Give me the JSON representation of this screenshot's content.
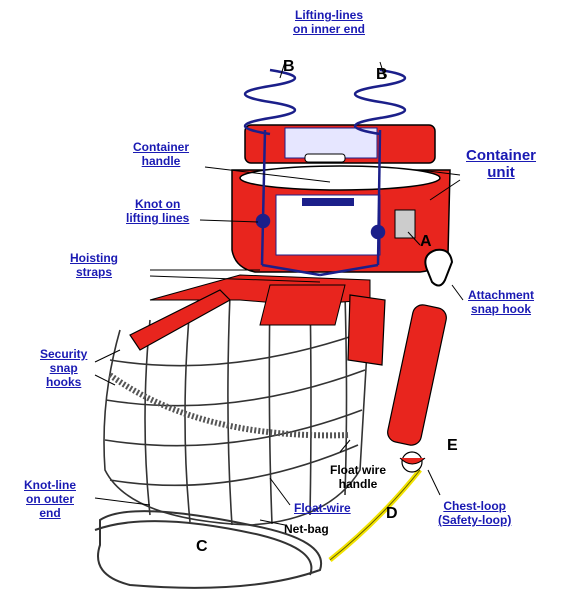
{
  "colors": {
    "link": "#1a1ab3",
    "red": "#e8251e",
    "navy": "#1b1f8a",
    "yellow": "#f2e300",
    "white": "#ffffff",
    "black": "#000000"
  },
  "labels": {
    "lifting_lines": [
      "Lifting-lines",
      "on inner end"
    ],
    "container_handle": [
      "Container",
      "handle"
    ],
    "container_unit": [
      "Container",
      "unit"
    ],
    "knot_lifting": [
      "Knot on",
      "lifting lines"
    ],
    "hoisting_straps": [
      "Hoisting",
      "straps"
    ],
    "attachment_snap_hook": [
      "Attachment",
      "snap hook"
    ],
    "security_snap_hooks": [
      "Security",
      "snap",
      "hooks"
    ],
    "float_wire_handle": [
      "Float wire",
      "handle"
    ],
    "knot_line_outer": [
      "Knot-line",
      "on outer",
      "end"
    ],
    "float_wire": "Float-wire",
    "net_bag": "Net-bag",
    "chest_loop": [
      "Chest-loop",
      "(Safety-loop)"
    ]
  },
  "letters": {
    "b_left": "B",
    "b_right": "B",
    "a": "A",
    "e": "E",
    "d": "D",
    "c": "C"
  }
}
